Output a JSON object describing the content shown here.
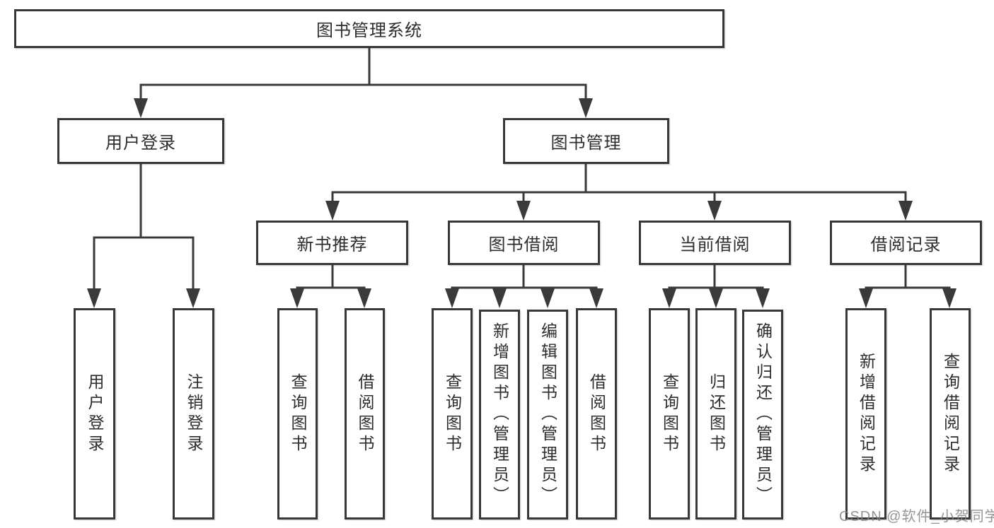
{
  "tree": {
    "root": {
      "label": "图书管理系统"
    },
    "branches": [
      {
        "label": "用户登录",
        "children": [
          {
            "label": "用户登录"
          },
          {
            "label": "注销登录"
          }
        ]
      },
      {
        "label": "图书管理",
        "children": [
          {
            "label": "新书推荐",
            "children": [
              {
                "label": "查询图书"
              },
              {
                "label": "借阅图书"
              }
            ]
          },
          {
            "label": "图书借阅",
            "children": [
              {
                "label": "查询图书"
              },
              {
                "label": "新增图书（管理员）"
              },
              {
                "label": "编辑图书（管理员）"
              },
              {
                "label": "借阅图书"
              }
            ]
          },
          {
            "label": "当前借阅",
            "children": [
              {
                "label": "查询图书"
              },
              {
                "label": "归还图书"
              },
              {
                "label": "确认归还（管理员）"
              }
            ]
          },
          {
            "label": "借阅记录",
            "children": [
              {
                "label": "新增借阅记录"
              },
              {
                "label": "查询借阅记录"
              }
            ]
          }
        ]
      }
    ]
  },
  "watermark": {
    "text": "CSDN @软件_小贺同学"
  },
  "colors": {
    "line": "#3a3a3a",
    "box_border": "#383838",
    "text": "#2d2d2d",
    "watermark_text": "#828282",
    "background": "#ffffff"
  }
}
